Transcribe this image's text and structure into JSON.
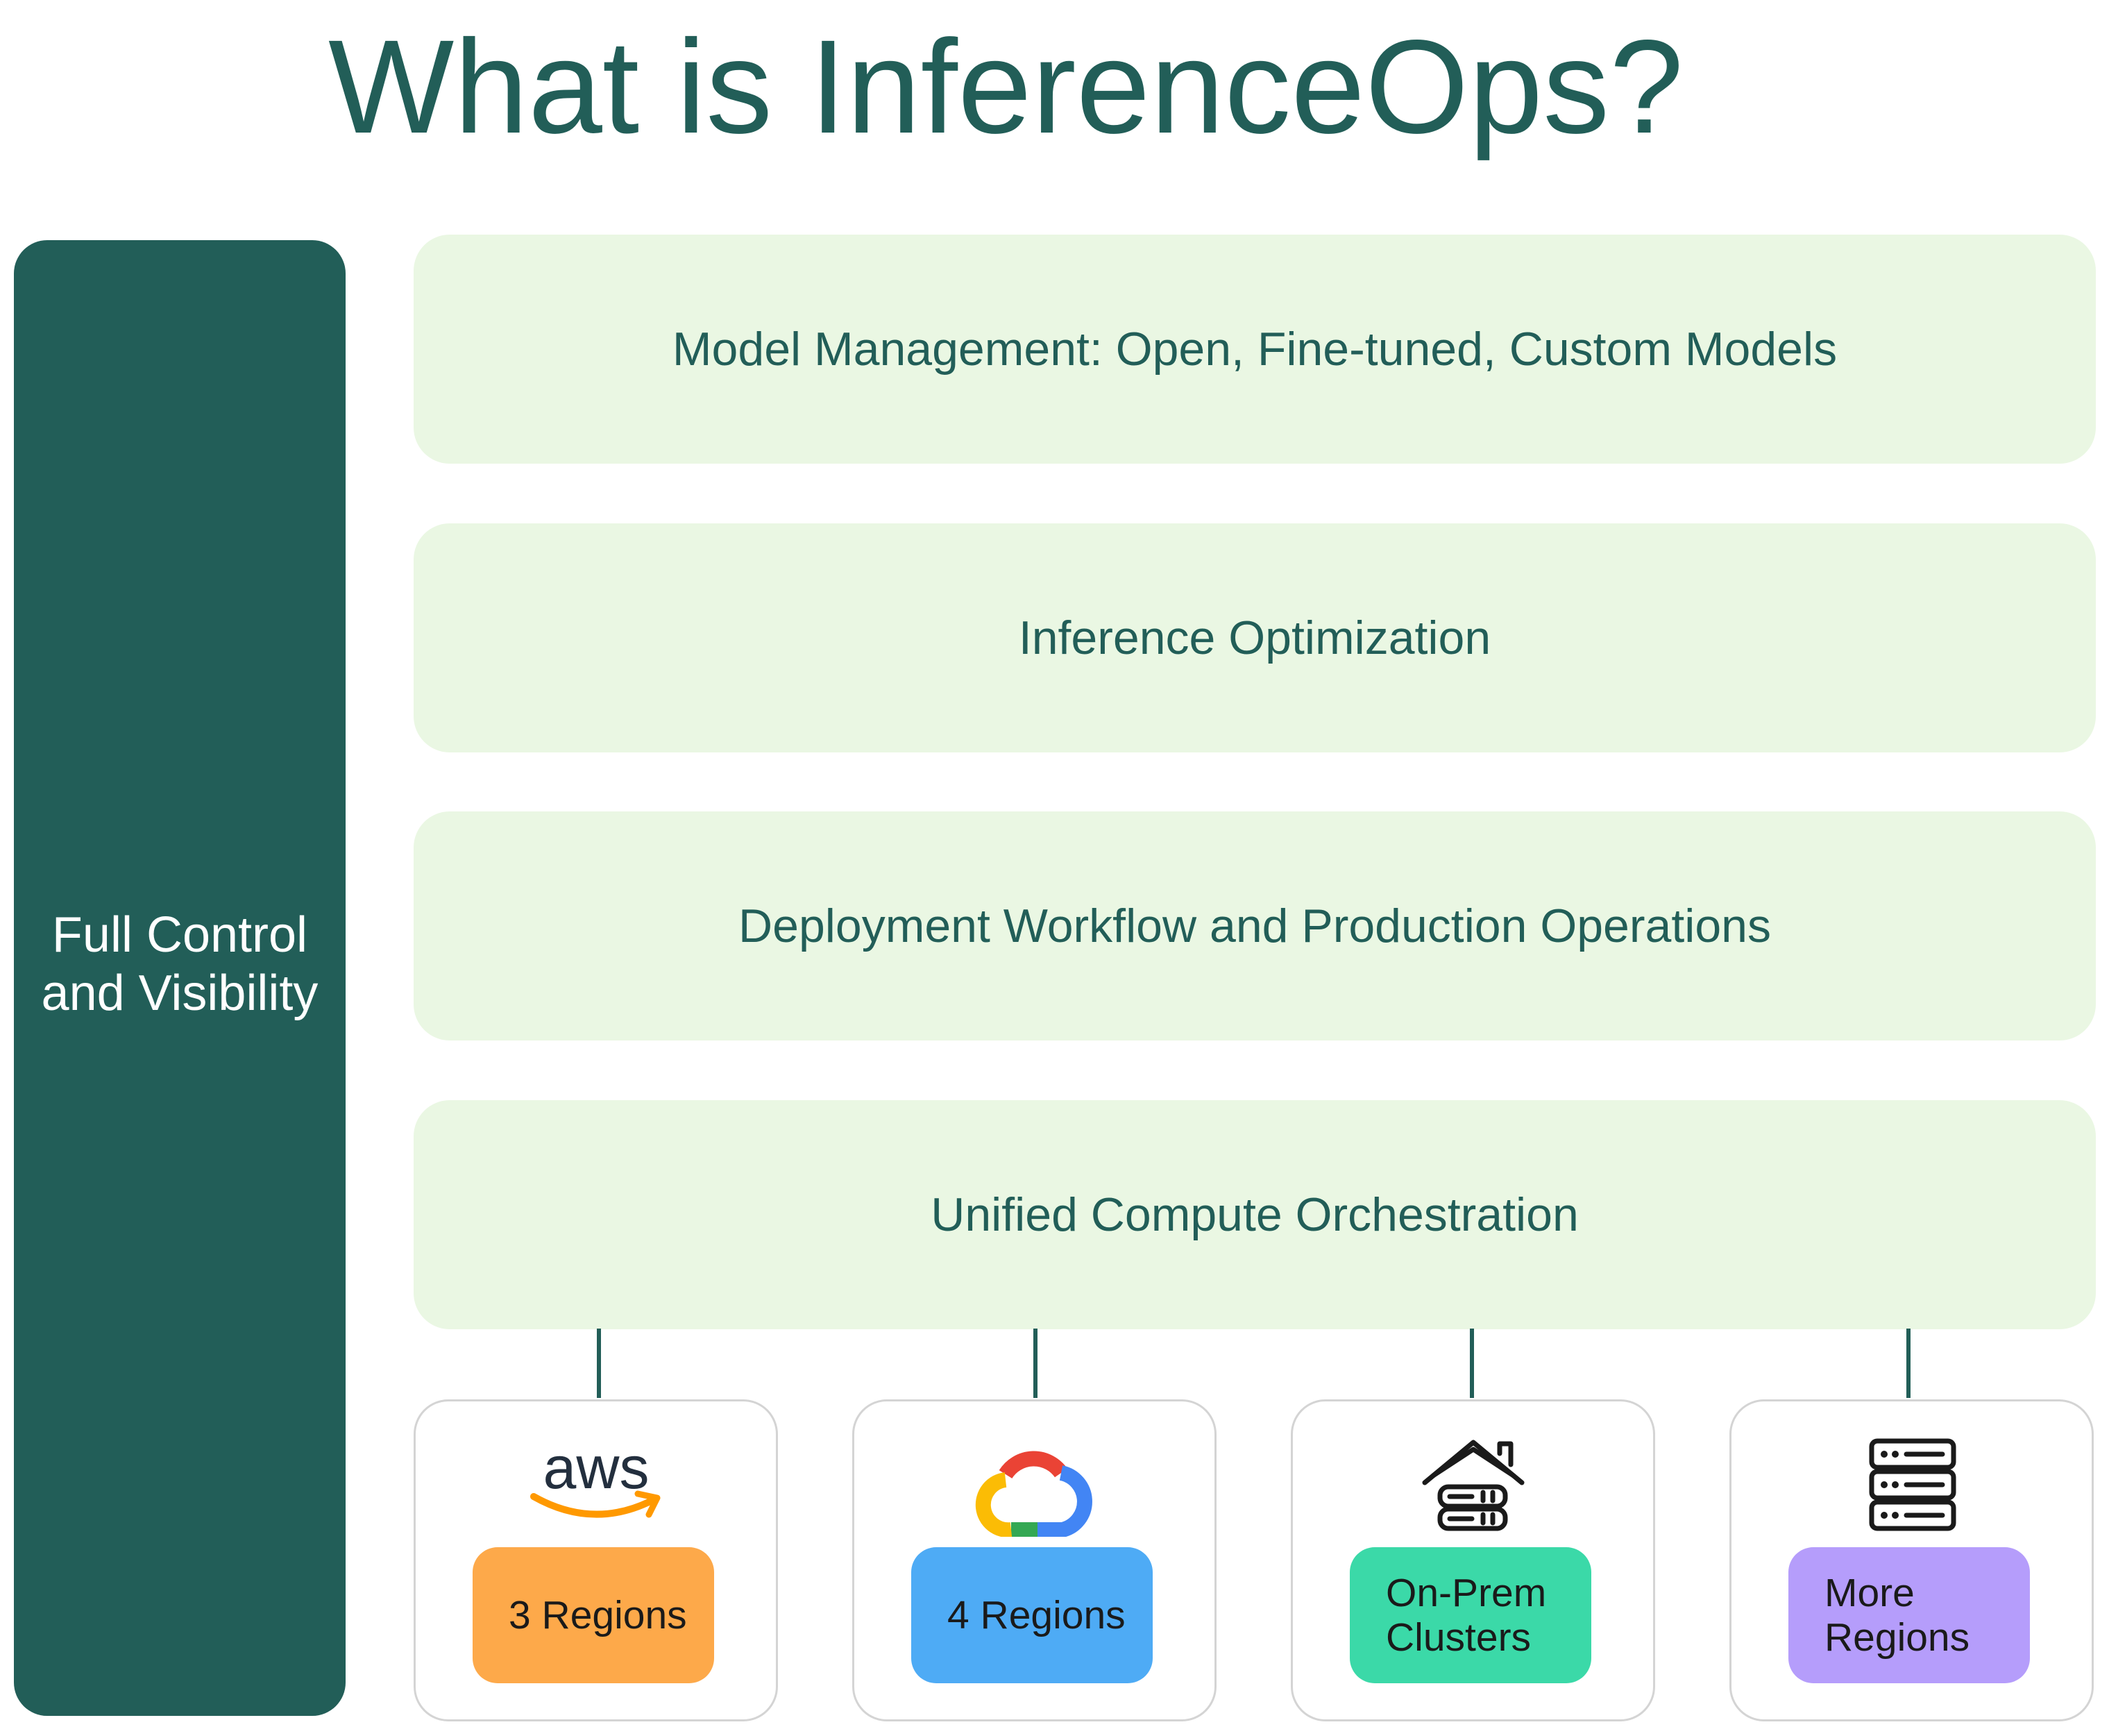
{
  "title": "What is InferenceOps?",
  "sidebar": {
    "label": "Full Control\nand Visibility",
    "color": "#225e58"
  },
  "layers": [
    {
      "label": "Model Management: Open, Fine-tuned, Custom Models"
    },
    {
      "label": "Inference Optimization"
    },
    {
      "label": "Deployment Workflow and Production Operations"
    },
    {
      "label": "Unified Compute Orchestration"
    }
  ],
  "colors": {
    "layer_bg": "#eaf7e3",
    "text_dark": "#225e58",
    "aws_badge": "#fda94a",
    "gcp_badge": "#4eabf5",
    "onprem_badge": "#3bd9a8",
    "more_badge": "#b59dfb"
  },
  "providers": [
    {
      "icon": "aws-logo-icon",
      "logo_text": "aws",
      "badge": "3 Regions"
    },
    {
      "icon": "google-cloud-logo-icon",
      "badge": "4 Regions"
    },
    {
      "icon": "on-prem-house-server-icon",
      "badge": "On-Prem\nClusters"
    },
    {
      "icon": "server-rack-icon",
      "badge": "More\nRegions"
    }
  ]
}
